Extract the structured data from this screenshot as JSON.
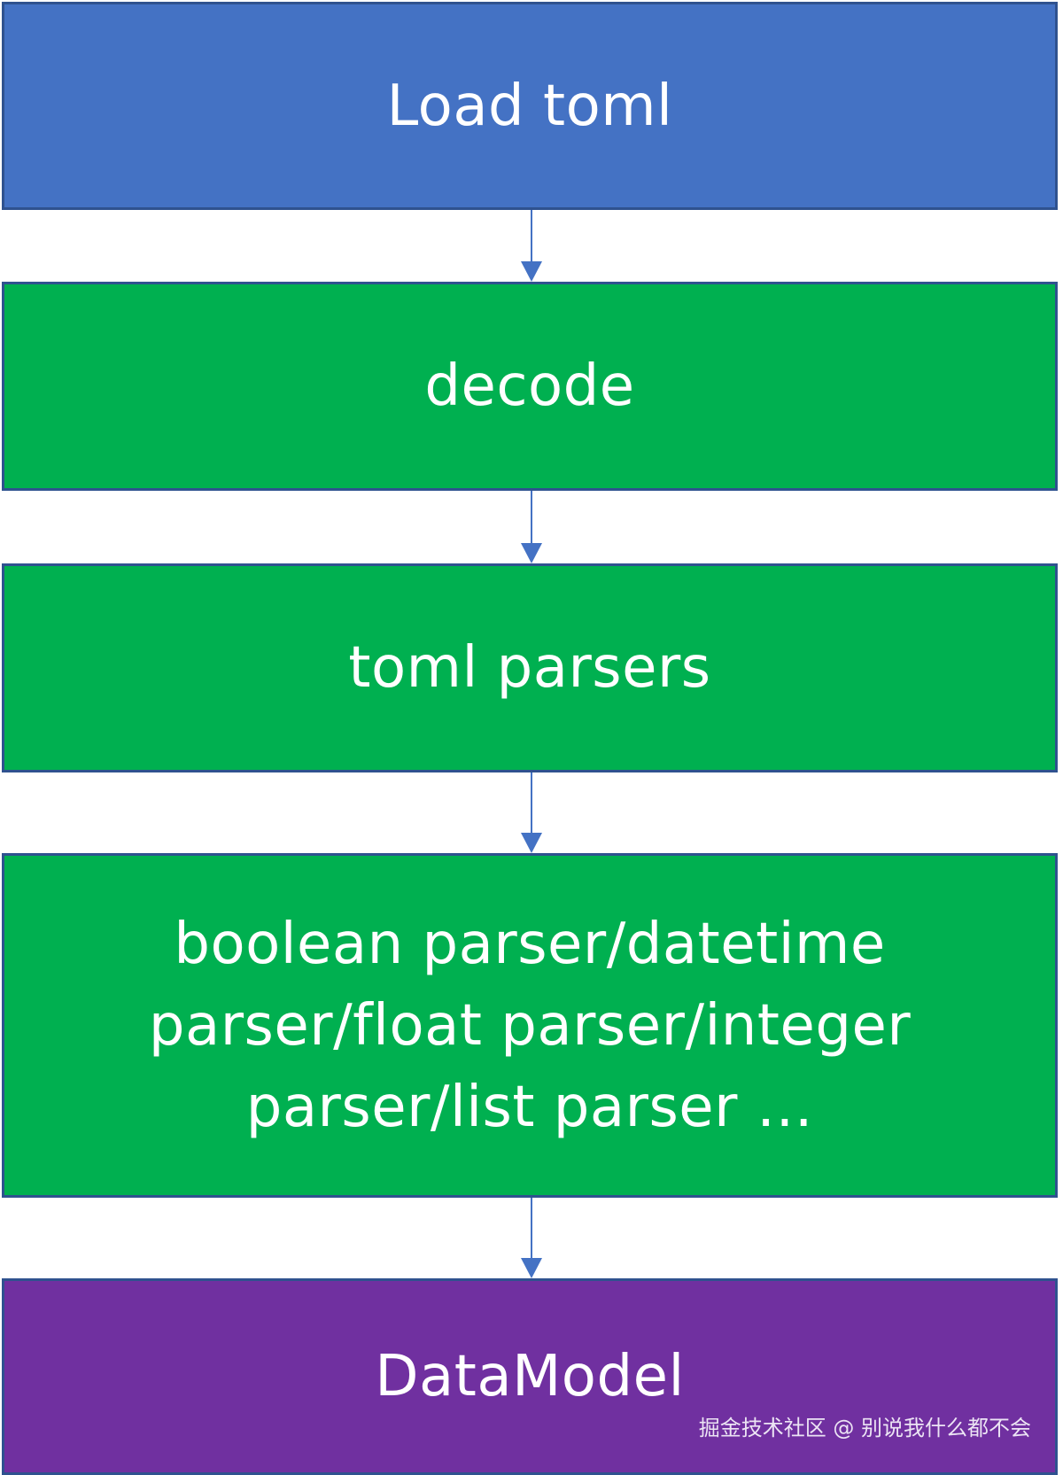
{
  "diagram": {
    "nodes": [
      {
        "id": "load",
        "label": "Load toml",
        "color": "#4472c4"
      },
      {
        "id": "decode",
        "label": "decode",
        "color": "#00b050"
      },
      {
        "id": "toml-parsers",
        "label": "toml parsers",
        "color": "#00b050"
      },
      {
        "id": "parsers-list",
        "label": "boolean parser/datetime parser/float parser/integer parser/list parser …",
        "color": "#00b050"
      },
      {
        "id": "datamodel",
        "label": "DataModel",
        "color": "#7030a0"
      }
    ],
    "edges": [
      {
        "from": "load",
        "to": "decode"
      },
      {
        "from": "decode",
        "to": "toml-parsers"
      },
      {
        "from": "toml-parsers",
        "to": "parsers-list"
      },
      {
        "from": "parsers-list",
        "to": "datamodel"
      }
    ],
    "edge_color": "#4472c4",
    "border_color": "#2f528f"
  },
  "watermark": "掘金技术社区 @ 别说我什么都不会"
}
